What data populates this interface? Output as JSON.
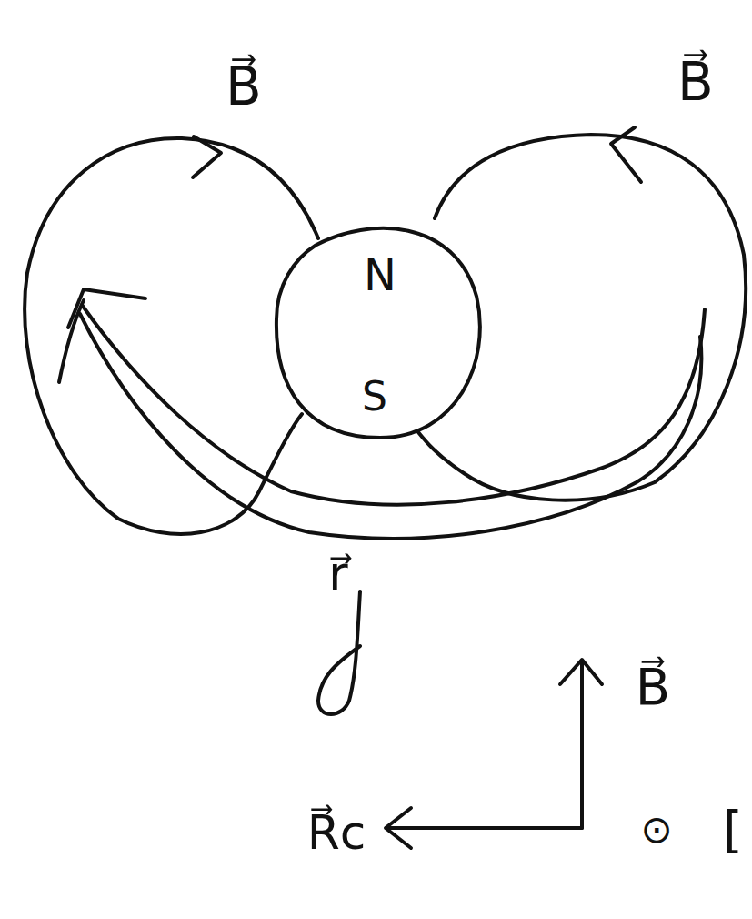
{
  "diagram": {
    "nodes": [
      {
        "text": [
          "N",
          "S"
        ]
      }
    ],
    "labels": [
      "B⃗",
      "B⃗",
      "r⃗",
      "B⃗",
      "R⃗c",
      "⊙",
      "["
    ]
  }
}
